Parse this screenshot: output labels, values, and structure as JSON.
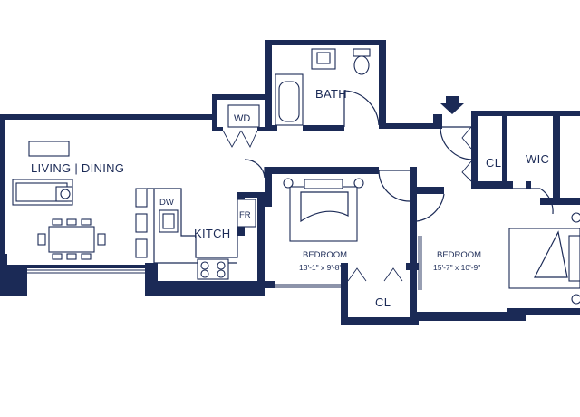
{
  "rooms": {
    "living_dining": "LIVING | DINING",
    "bath": "BATH",
    "wd": "WD",
    "kitchen": "KITCH",
    "dw": "DW",
    "fr": "FR",
    "bedroom1": "BEDROOM",
    "bedroom1_dim": "13'-1\" x 9'-8\"",
    "bedroom2": "BEDROOM",
    "bedroom2_dim": "15'-7\" x 10'-9\"",
    "closet1": "CL",
    "closet2": "CL",
    "walk_in_closet": "WIC"
  },
  "icons": [
    "entry-arrow-icon",
    "toilet-icon",
    "bathtub-icon",
    "sink-icon",
    "stove-icon",
    "bed-icon",
    "sofa-icon",
    "dining-table-icon"
  ],
  "colors": {
    "wall": "#1b2a56",
    "background": "#ffffff"
  }
}
